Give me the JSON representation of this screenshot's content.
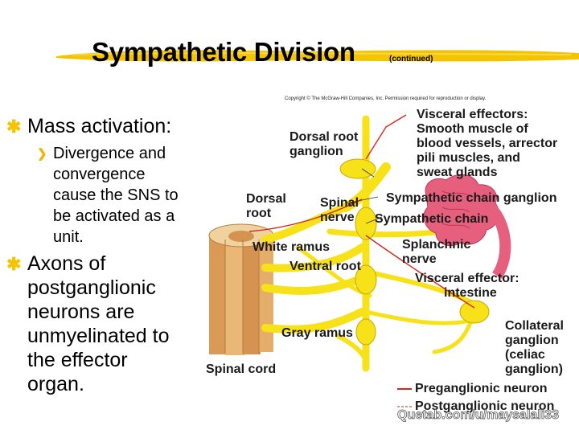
{
  "slide": {
    "title": "Sympathetic Division",
    "title_suffix": "(continued)"
  },
  "bullets": [
    {
      "text": "Mass activation:",
      "sub": "Divergence and convergence cause the SNS to be activated as a unit.",
      "sub_lines": [
        "Divergence and",
        "convergence",
        "cause the SNS to",
        "be activated as a",
        "unit."
      ]
    },
    {
      "text": "Axons of postganglionic neurons are unmyelinated to the effector organ.",
      "lines": [
        "Axons of",
        "postganglionic",
        "neurons are",
        "unmyelinated to",
        "the effector",
        "organ."
      ]
    }
  ],
  "figure": {
    "copyright": "Copyright © The McGraw-Hill Companies, Inc. Permission required for reproduction or display.",
    "labels": {
      "visceral_effectors": [
        "Visceral effectors:",
        "Smooth muscle of",
        "blood vessels, arrector",
        "pili muscles, and",
        "sweat glands"
      ],
      "dorsal_root_ganglion": [
        "Dorsal root",
        "ganglion"
      ],
      "dorsal_root": [
        "Dorsal",
        "root"
      ],
      "spinal_nerve": [
        "Spinal",
        "nerve"
      ],
      "sympathetic_chain_ganglion": "Sympathetic chain ganglion",
      "sympathetic_chain": "Sympathetic chain",
      "white_ramus": "White ramus",
      "splanchnic_nerve": [
        "Splanchnic",
        "nerve"
      ],
      "ventral_root": "Ventral root",
      "visceral_effector_intestine": [
        "Visceral effector:",
        "intestine"
      ],
      "collateral_ganglion": [
        "Collateral",
        "ganglion",
        "(celiac",
        "ganglion)"
      ],
      "gray_ramus": "Gray ramus",
      "spinal_cord": "Spinal cord",
      "preganglionic": "Preganglionic neuron",
      "postganglionic": "Postganglionic neuron"
    },
    "colors": {
      "nerve": "#f7e21a",
      "nerve_edge": "#c9a800",
      "cord": "#e8b877",
      "intestine": "#e6607e",
      "title_stroke": "#f5c400"
    }
  },
  "watermark": "Quetab.com/u/maysalali33"
}
